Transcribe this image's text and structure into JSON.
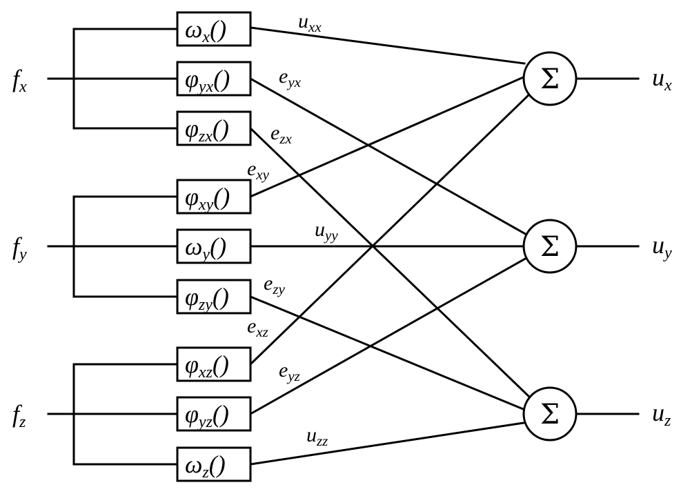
{
  "inputs": [
    {
      "base": "f",
      "sub": "x"
    },
    {
      "base": "f",
      "sub": "y"
    },
    {
      "base": "f",
      "sub": "z"
    }
  ],
  "blocks": [
    {
      "base": "ω",
      "sub": "x",
      "tail": "()"
    },
    {
      "base": "φ",
      "sub": "yx",
      "tail": "()"
    },
    {
      "base": "φ",
      "sub": "zx",
      "tail": "()"
    },
    {
      "base": "φ",
      "sub": "xy",
      "tail": "()"
    },
    {
      "base": "ω",
      "sub": "y",
      "tail": "()"
    },
    {
      "base": "φ",
      "sub": "zy",
      "tail": "()"
    },
    {
      "base": "φ",
      "sub": "xz",
      "tail": "()"
    },
    {
      "base": "φ",
      "sub": "yz",
      "tail": "()"
    },
    {
      "base": "ω",
      "sub": "z",
      "tail": "()"
    }
  ],
  "sums": [
    {
      "symbol": "Σ"
    },
    {
      "symbol": "Σ"
    },
    {
      "symbol": "Σ"
    }
  ],
  "outputs": [
    {
      "base": "u",
      "sub": "x"
    },
    {
      "base": "u",
      "sub": "y"
    },
    {
      "base": "u",
      "sub": "z"
    }
  ],
  "edges": [
    {
      "base": "u",
      "sub": "xx"
    },
    {
      "base": "e",
      "sub": "yx"
    },
    {
      "base": "e",
      "sub": "zx"
    },
    {
      "base": "e",
      "sub": "xy"
    },
    {
      "base": "u",
      "sub": "yy"
    },
    {
      "base": "e",
      "sub": "zy"
    },
    {
      "base": "e",
      "sub": "xz"
    },
    {
      "base": "e",
      "sub": "yz"
    },
    {
      "base": "u",
      "sub": "zz"
    }
  ]
}
